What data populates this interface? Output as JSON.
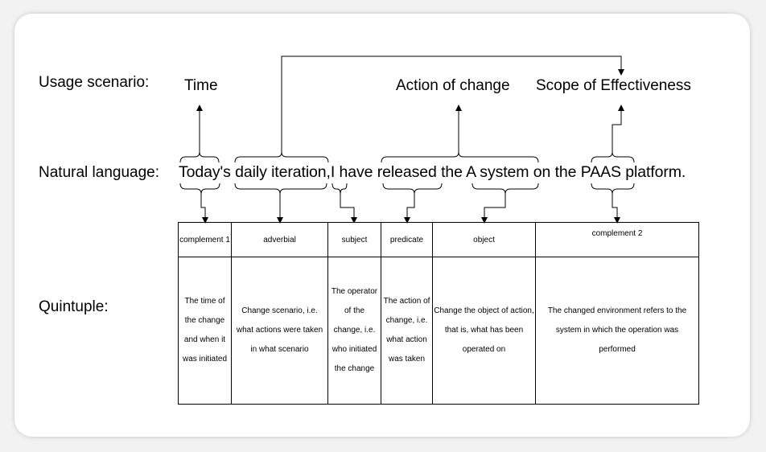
{
  "labels": {
    "usage_scenario": "Usage scenario:",
    "natural_language": "Natural language:",
    "quintuple": "Quintuple:"
  },
  "scenarios": {
    "time": "Time",
    "action": "Action of change",
    "scope": "Scope of Effectiveness"
  },
  "sentence": {
    "today": "Today's",
    "daily_iteration": "daily iteration,",
    "i": "I",
    "have": "have",
    "released": "released",
    "the": "the",
    "a_system": "A system",
    "on_the": "on the",
    "paas": "PAAS",
    "platform": "platform."
  },
  "table": {
    "headers": [
      "complement 1",
      "adverbial",
      "subject",
      "predicate",
      "object",
      "complement 2"
    ],
    "cells": [
      "The time of the change and when it was initiated",
      "Change scenario, i.e. what actions were taken in what scenario",
      "The operator of the change, i.e. who initiated the change",
      "The action of change, i.e. what action was taken",
      "Change the object of action, that is, what has been operated on",
      "The changed environment refers to the system in which the operation was performed"
    ]
  }
}
